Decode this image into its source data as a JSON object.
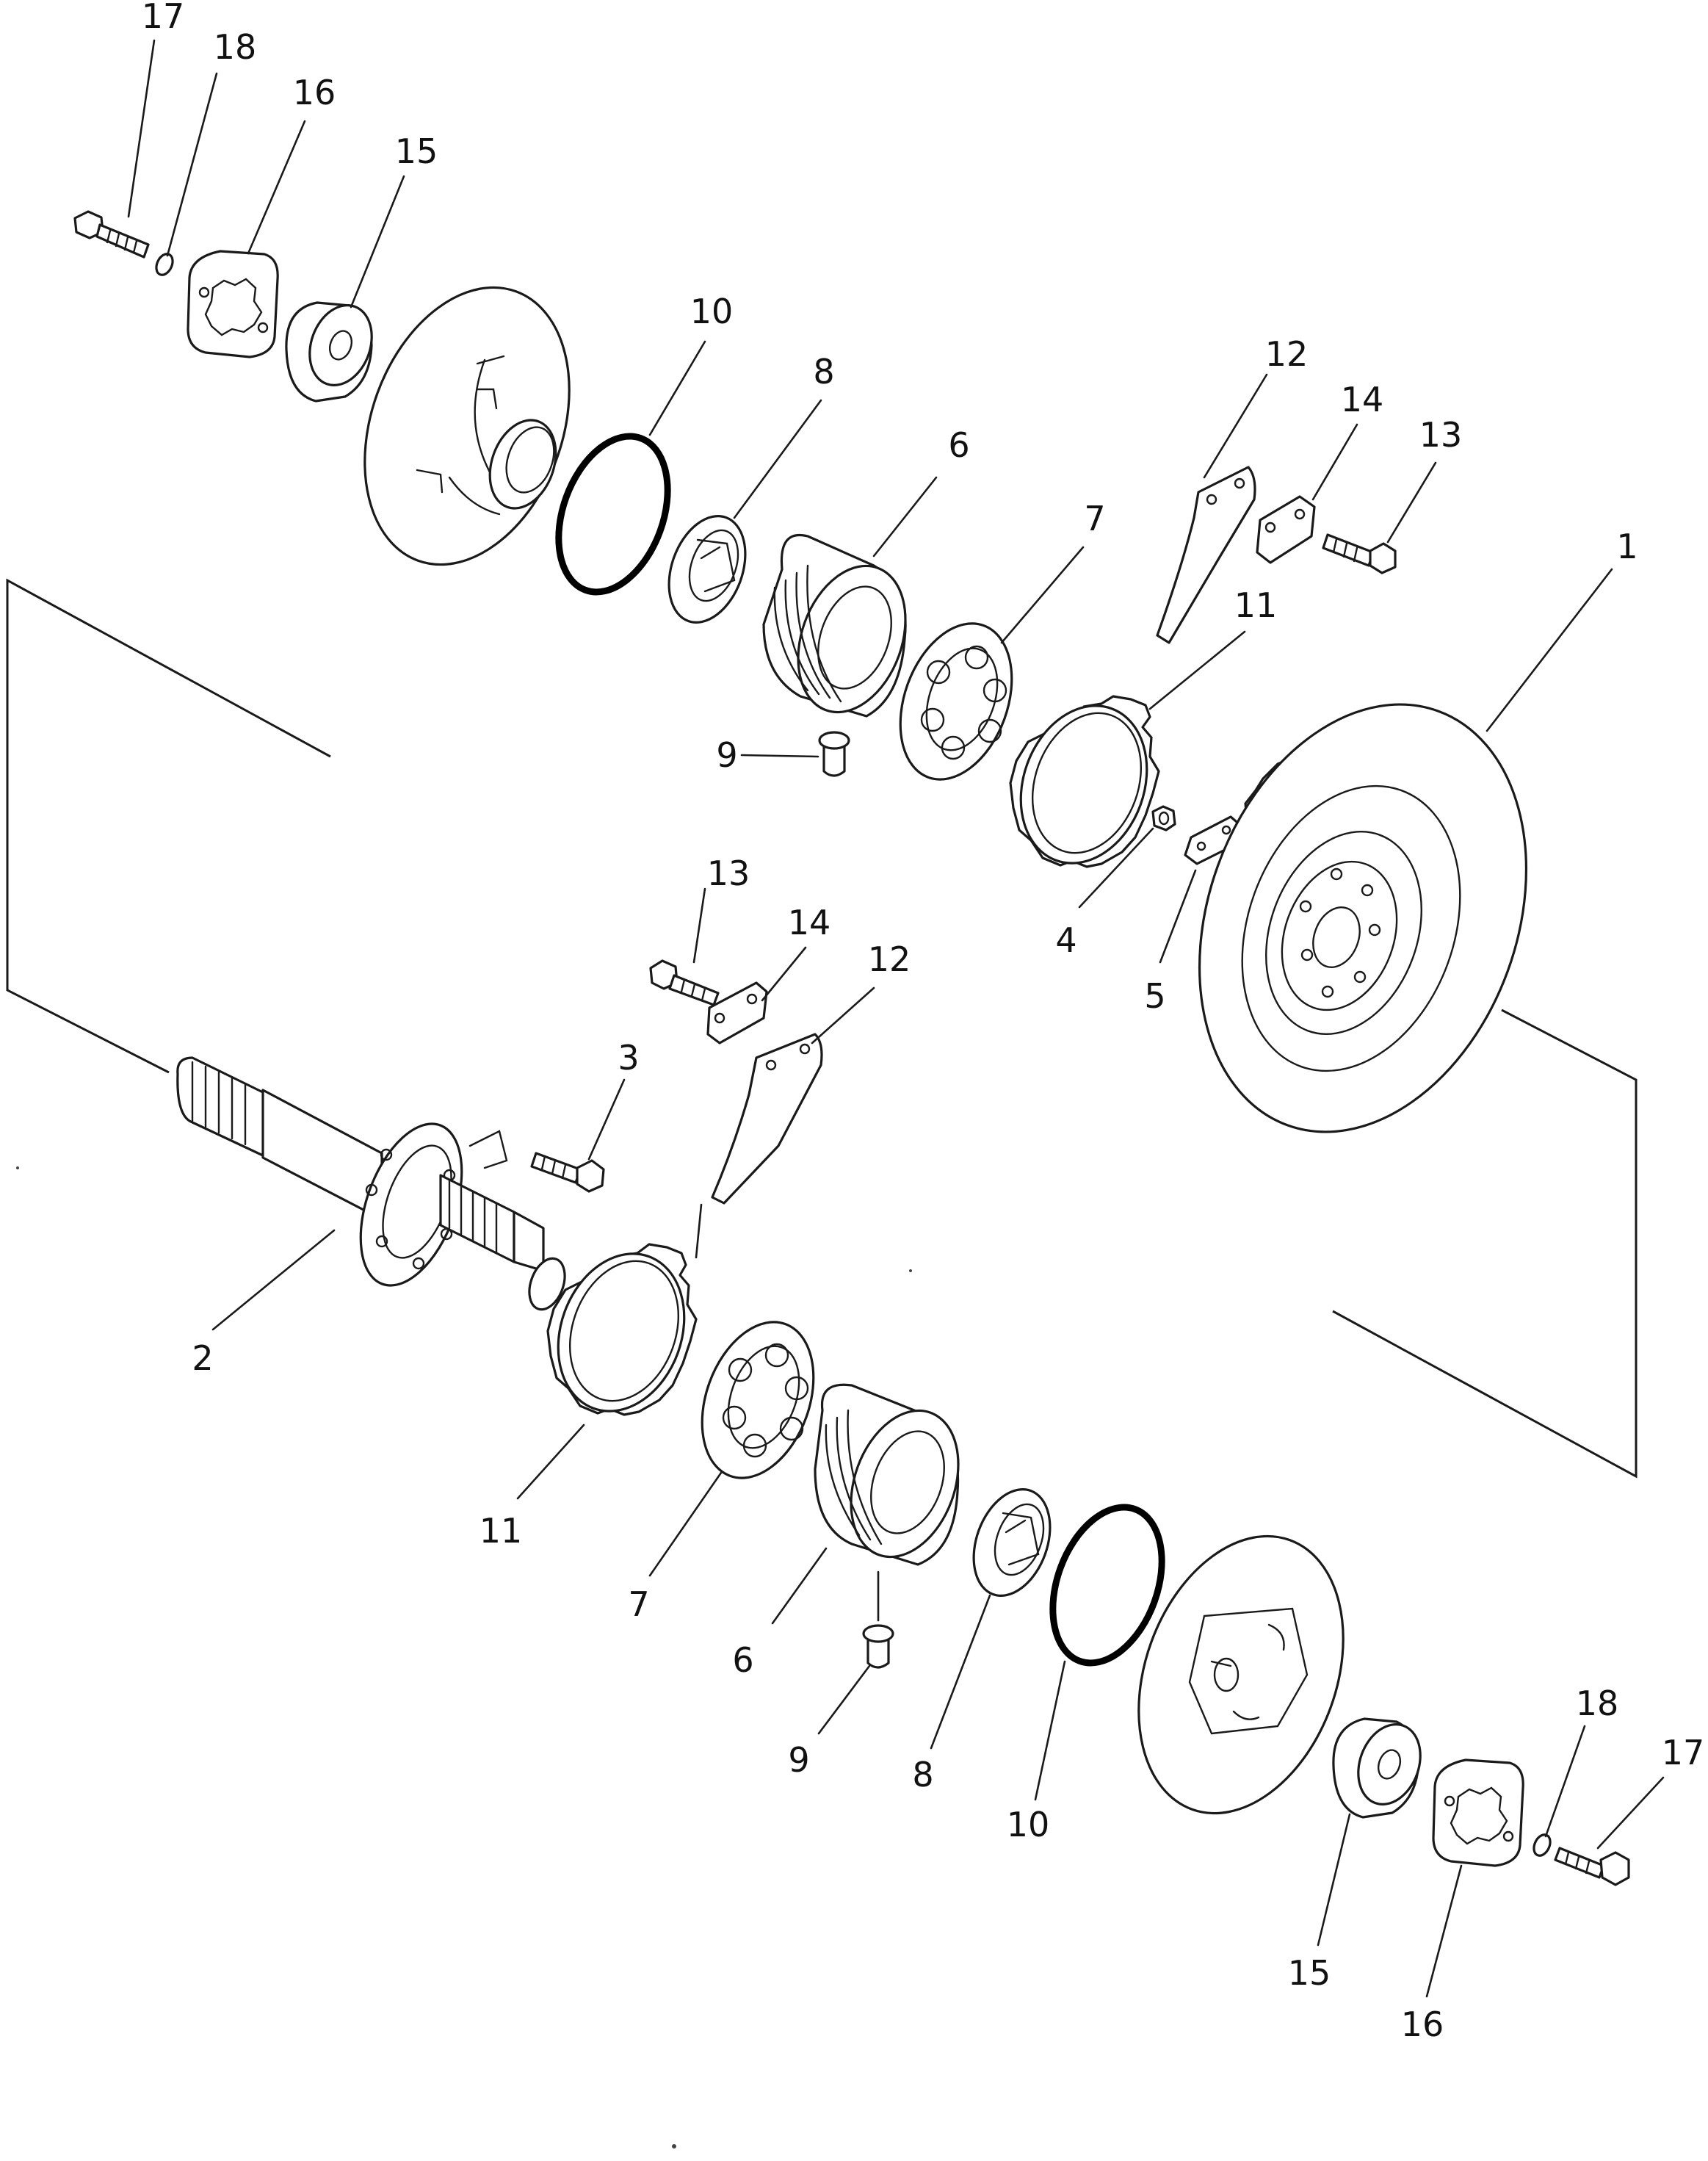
{
  "diagram": {
    "callouts": {
      "c1": "1",
      "c2": "2",
      "c3": "3",
      "c4": "4",
      "c5": "5",
      "c6a": "6",
      "c6b": "6",
      "c7a": "7",
      "c7b": "7",
      "c8a": "8",
      "c8b": "8",
      "c9a": "9",
      "c9b": "9",
      "c10a": "10",
      "c10b": "10",
      "c11a": "11",
      "c11b": "11",
      "c12a": "12",
      "c12b": "12",
      "c13a": "13",
      "c13b": "13",
      "c14a": "14",
      "c14b": "14",
      "c15a": "15",
      "c15b": "15",
      "c16a": "16",
      "c16b": "16",
      "c17a": "17",
      "c17b": "17",
      "c18a": "18",
      "c18b": "18"
    },
    "colors": {
      "line": "#1a1a1a",
      "background": "#ffffff"
    }
  }
}
